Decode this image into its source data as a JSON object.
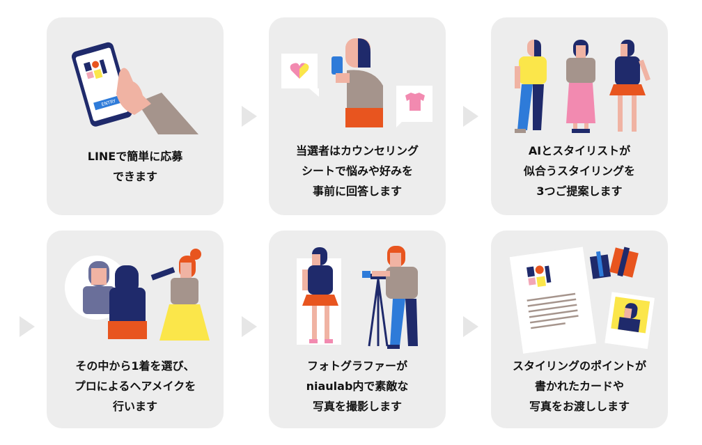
{
  "steps": [
    {
      "lines": [
        "LINEで簡単に応募",
        "できます"
      ],
      "entry_label": "ENTRY"
    },
    {
      "lines": [
        "当選者はカウンセリング",
        "シートで悩みや好みを",
        "事前に回答します"
      ]
    },
    {
      "lines": [
        "AIとスタイリストが",
        "似合うスタイリングを",
        "3つご提案します"
      ]
    },
    {
      "lines": [
        "その中から1着を選び、",
        "プロによるヘアメイクを",
        "行います"
      ]
    },
    {
      "lines": [
        "フォトグラファーが",
        "niaulab内で素敵な",
        "写真を撮影します"
      ]
    },
    {
      "lines": [
        "スタイリングのポイントが",
        "書かれたカードや",
        "写真をお渡しします"
      ]
    }
  ],
  "icons": [
    "phone-entry-illustration",
    "counseling-illustration",
    "styling-figures-illustration",
    "hair-makeup-illustration",
    "photo-shoot-illustration",
    "card-gift-illustration",
    "arrow-right-icon"
  ],
  "colors": {
    "card_bg": "#ededed",
    "navy": "#1f2a6b",
    "orange": "#e8551f",
    "yellow": "#fbe64a",
    "pink": "#f2a6b6",
    "taupe": "#a5948c",
    "skin": "#f0b3a3",
    "blue": "#2e7bd9"
  }
}
